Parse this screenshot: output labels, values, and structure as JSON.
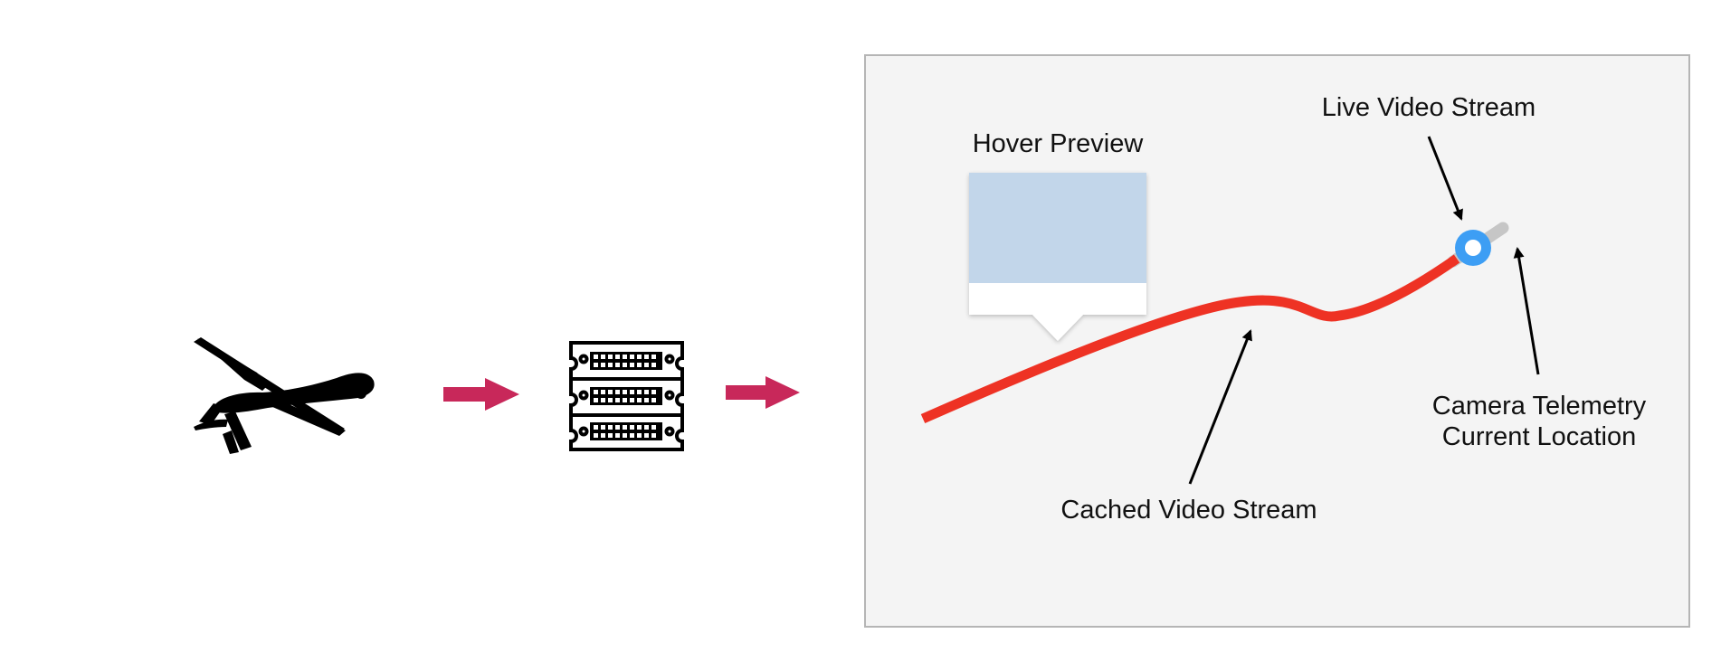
{
  "labels": {
    "hover_preview": "Hover Preview",
    "live_stream": "Live Video Stream",
    "cached_stream": "Cached Video Stream",
    "telemetry_line1": "Camera Telemetry",
    "telemetry_line2": "Current Location"
  },
  "icons": {
    "source": "drone-icon",
    "server": "server-rack-icon",
    "flow_arrow": "arrow-right-icon"
  },
  "colors": {
    "flow_arrow": "#c8285a",
    "cached_track": "#ee3224",
    "live_track": "#c6c6c6",
    "location_marker": "#3d9ef4",
    "preview_thumbnail": "#c2d6ea",
    "panel_background": "#f4f4f4",
    "panel_border": "#b5b5b5"
  }
}
